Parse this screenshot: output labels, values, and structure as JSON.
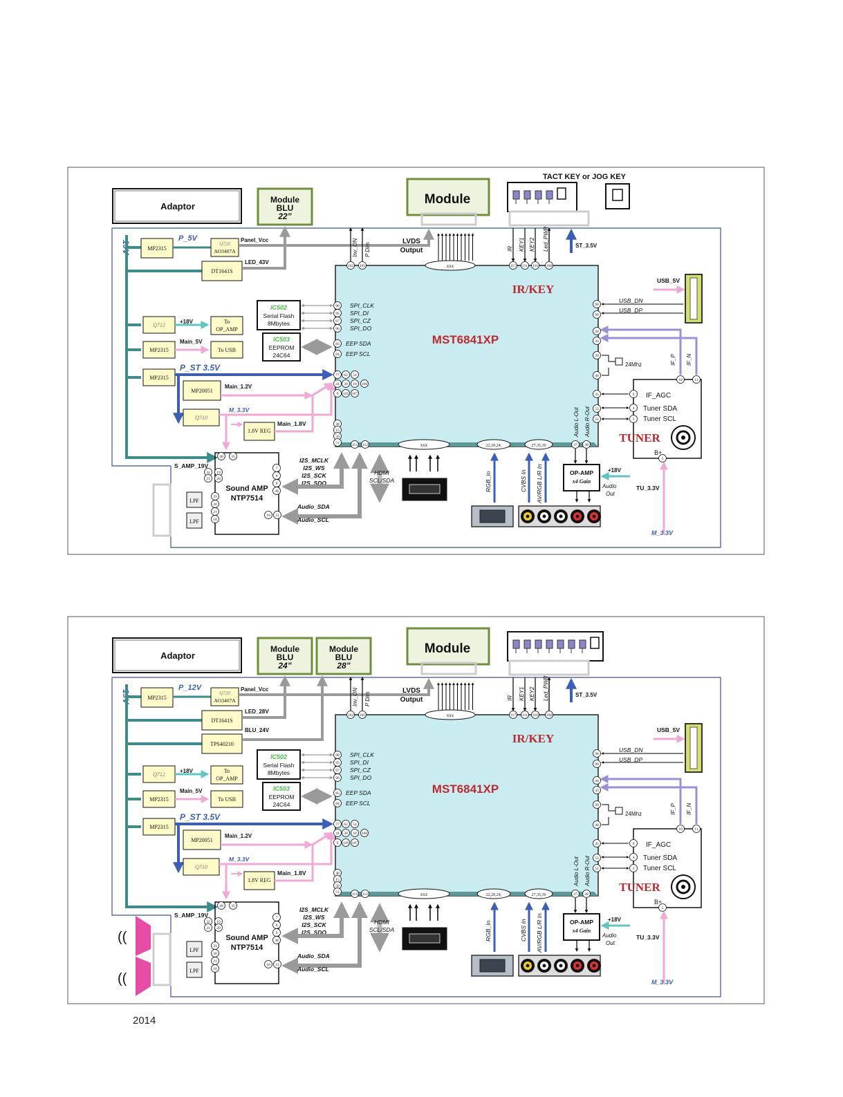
{
  "footer": {
    "year": "2014"
  },
  "diagrams": [
    {
      "adaptor": "Adaptor",
      "blu_modules": [
        {
          "line1": "Module",
          "line2": "BLU",
          "line3": "22”"
        }
      ],
      "module": "Module",
      "tact_key_title": "TACT KEY or JOG KEY",
      "rail_19v": "19V",
      "p5v": "P_5V",
      "p12v": "",
      "mp2315": "MP2315",
      "q720": "Q720",
      "ao3407a": "AO3407A",
      "panel_vcc": "Panel_Vcc",
      "dt1641s": "DT1641S",
      "led_label": "LED_43V",
      "tps": "",
      "blu_label": "",
      "lvds1": "LVDS",
      "lvds2": "Output",
      "inv_on": "Inv_ON",
      "p_dim": "P Dim",
      "ir": "IR",
      "key1": "KEY1",
      "key2": "KEY2",
      "led_pwr": "Led_PWR",
      "st35": "ST_3.5V",
      "usb5v": "USB_5V",
      "usb_dn": "USB_DN",
      "usb_dp": "USB_DP",
      "ir_key": "IR/KEY",
      "mst": "MST6841XP",
      "ic502": "IC502",
      "serial_flash": "Serial Flash",
      "mbytes": "8Mbytes",
      "ic503": "IC503",
      "eeprom": "EEPROM",
      "c24c64": "24C64",
      "spi_clk": "SPI_CLK",
      "spi_di": "SPI_DI",
      "spi_cz": "SPI_CZ",
      "spi_do": "SPI_DO",
      "eep_sda": "EEP SDA",
      "eep_scl": "EEP SCL",
      "q712": "Q712",
      "v18": "+18V",
      "to": "To",
      "op_amp_small": "OP_AMP",
      "main5v": "Main_5V",
      "to_usb": "To USB",
      "p_st": "P_ST 3.5V",
      "mp20051": "MP20051",
      "main12": "Main_1.2V",
      "q710": "Q710",
      "m33": "M_3.3V",
      "reg18": "1.8V REG",
      "main18": "Main_1.8V",
      "s_amp": "S_AMP_19V",
      "sound_amp": "Sound AMP",
      "ntp": "NTP7514",
      "lpf": "LPF",
      "i2s_mclk": "I2S_MCLK",
      "i2s_ws": "I2S_WS",
      "i2s_sck": "I2S_SCK",
      "i2s_sdo": "I2S_SDO",
      "audio_sda": "Audio_SDA",
      "audio_scl": "Audio_SCL",
      "hdmi1": "HDMI",
      "hdmi2": "SCL/SDA",
      "xxx": "xxx",
      "rgb_in": "RGB_In",
      "cvbs_in": "CVBS In",
      "av_rgb": "AV/RGB L/R In",
      "pins_rgb": "22,20,24,",
      "pins_av": "27,35,36",
      "audio_lout": "Audio L-Out",
      "audio_rout": "Audio R-Out",
      "op_amp": "OP-AMP",
      "x4gain": "x4 Gain",
      "audio_out1": "Audio",
      "audio_out2": "Out",
      "tu33": "TU_3.3V",
      "m33b": "M_3.3V",
      "if_p": "IF_P",
      "if_n": "IF_N",
      "mhz": "24Mhz",
      "if_agc": "IF_AGC",
      "tuner_sda": "Tuner SDA",
      "tuner_scl": "Tuner SCL",
      "tuner": "TUNER",
      "bplus": "B+"
    },
    {
      "adaptor": "Adaptor",
      "blu_modules": [
        {
          "line1": "Module",
          "line2": "BLU",
          "line3": "24”"
        },
        {
          "line1": "Module",
          "line2": "BLU",
          "line3": "28”"
        }
      ],
      "module": "Module",
      "tact_key_title": "",
      "rail_19v": "19V",
      "p5v": "",
      "p12v": "P_12V",
      "mp2315": "MP2315",
      "q720": "Q720",
      "ao3407a": "AO3407A",
      "panel_vcc": "Panel_Vcc",
      "dt1641s": "DT1641S",
      "led_label": "LED_28V",
      "tps": "TPS40210",
      "blu_label": "BLU_24V",
      "lvds1": "LVDS",
      "lvds2": "Output",
      "inv_on": "Inv_ON",
      "p_dim": "P Dim",
      "ir": "IR",
      "key1": "KEY1",
      "key2": "KEY2",
      "led_pwr": "Led_PWR",
      "st35": "ST_3.5V",
      "usb5v": "USB_5V",
      "usb_dn": "USB_DN",
      "usb_dp": "USB_DP",
      "ir_key": "IR/KEY",
      "mst": "MST6841XP",
      "ic502": "IC502",
      "serial_flash": "Serial Flash",
      "mbytes": "8Mbytes",
      "ic503": "IC503",
      "eeprom": "EEPROM",
      "c24c64": "24C64",
      "spi_clk": "SPI_CLK",
      "spi_di": "SPI_DI",
      "spi_cz": "SPI_CZ",
      "spi_do": "SPI_DO",
      "eep_sda": "EEP SDA",
      "eep_scl": "EEP SCL",
      "q712": "Q712",
      "v18": "+18V",
      "to": "To",
      "op_amp_small": "OP_AMP",
      "main5v": "Main_5V",
      "to_usb": "To USB",
      "p_st": "P_ST 3.5V",
      "mp20051": "MP20051",
      "main12": "Main_1.2V",
      "q710": "Q710",
      "m33": "M_3.3V",
      "reg18": "1.8V REG",
      "main18": "Main_1.8V",
      "s_amp": "S_AMP_19V",
      "sound_amp": "Sound AMP",
      "ntp": "NTP7514",
      "lpf": "LPF",
      "i2s_mclk": "I2S_MCLK",
      "i2s_ws": "I2S_WS",
      "i2s_sck": "I2S_SCK",
      "i2s_sdo": "I2S_SDO",
      "audio_sda": "Audio_SDA",
      "audio_scl": "Audio_SCL",
      "hdmi1": "HDMI",
      "hdmi2": "SCL/SDA",
      "xxx": "xxx",
      "rgb_in": "RGB_In",
      "cvbs_in": "CVBS In",
      "av_rgb": "AV/RGB L/R In",
      "pins_rgb": "22,20,24,",
      "pins_av": "27,35,36",
      "audio_lout": "Audio L-Out",
      "audio_rout": "Audio R-Out",
      "op_amp": "OP-AMP",
      "x4gain": "x4 Gain",
      "audio_out1": "Audio",
      "audio_out2": "Out",
      "tu33": "TU_3.3V",
      "m33b": "M_3.3V",
      "if_p": "IF_P",
      "if_n": "IF_N",
      "mhz": "24Mhz",
      "if_agc": "IF_AGC",
      "tuner_sda": "Tuner SDA",
      "tuner_scl": "Tuner SCL",
      "tuner": "TUNER",
      "bplus": "B+"
    }
  ]
}
